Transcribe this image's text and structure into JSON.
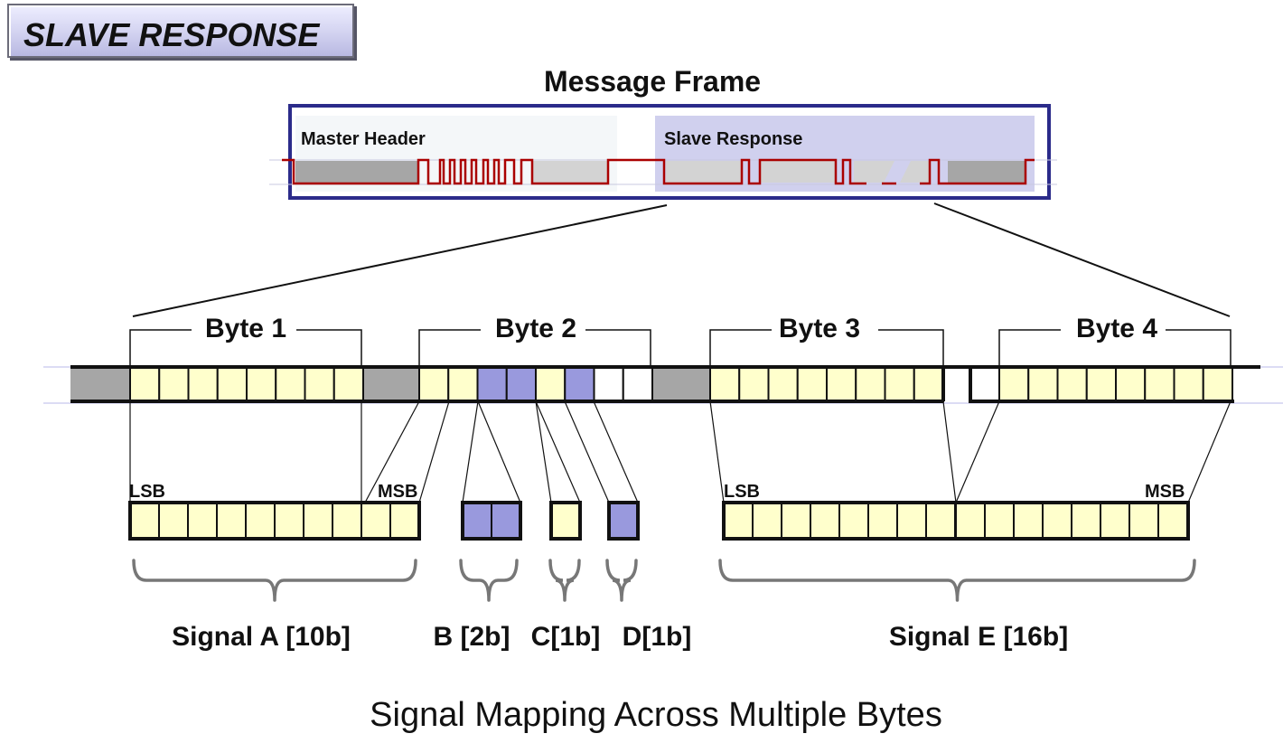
{
  "slide": {
    "title": "SLAVE RESPONSE",
    "caption": "Signal Mapping Across Multiple Bytes"
  },
  "message_frame": {
    "title": "Message Frame",
    "master_header_label": "Master Header",
    "slave_response_label": "Slave Response"
  },
  "bytes": [
    {
      "label": "Byte 1"
    },
    {
      "label": "Byte 2"
    },
    {
      "label": "Byte 3"
    },
    {
      "label": "Byte 4"
    }
  ],
  "bit_order": {
    "lsb_label": "LSB",
    "msb_label": "MSB"
  },
  "signals": [
    {
      "label": "Signal A [10b]",
      "bits": 10,
      "color": "yellow"
    },
    {
      "label": "B [2b]",
      "bits": 2,
      "color": "blue"
    },
    {
      "label": "C[1b]",
      "bits": 1,
      "color": "yellow"
    },
    {
      "label": "D[1b]",
      "bits": 1,
      "color": "blue"
    },
    {
      "label": "Signal E [16b]",
      "bits": 16,
      "color": "yellow"
    }
  ],
  "colors": {
    "yellow_bit": "#ffffcc",
    "blue_bit": "#9999dd",
    "gray_bit": "#a6a6a6",
    "frame_border": "#2b2b8a",
    "signal_trace": "#aa0000",
    "slave_shade": "#d0d0ee"
  }
}
